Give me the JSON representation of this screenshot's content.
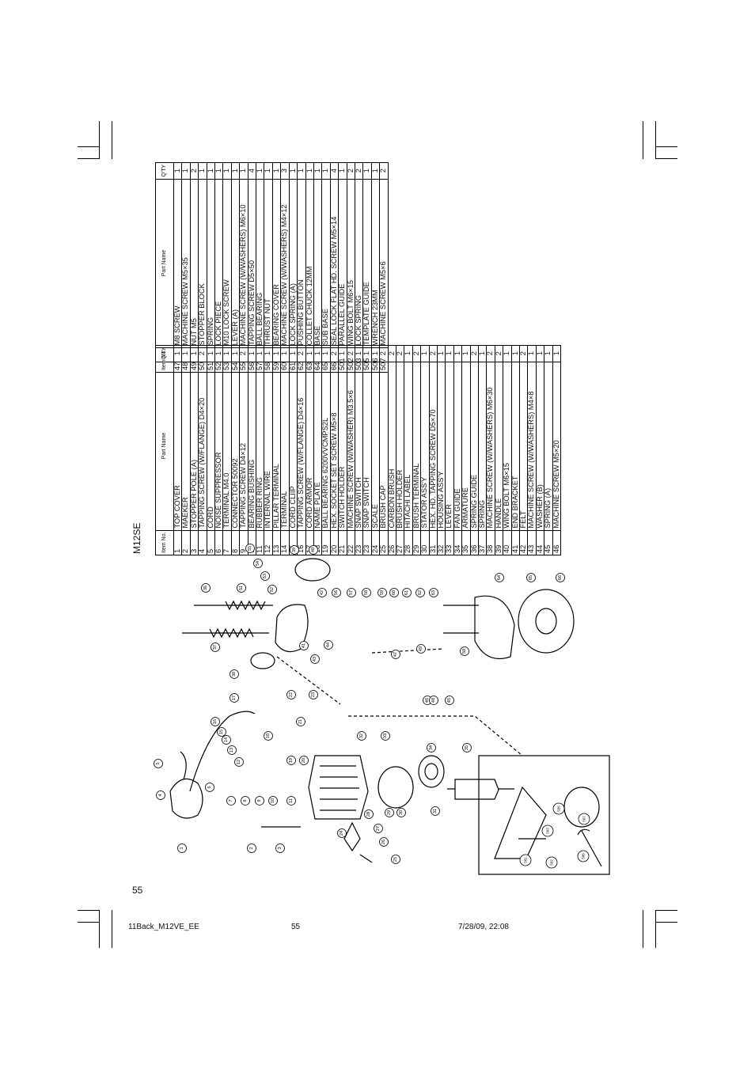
{
  "model": "M12SE",
  "page_number": "55",
  "footer": {
    "file": "11Back_M12VE_EE",
    "page": "55",
    "datetime": "7/28/09, 22:08"
  },
  "table_headers": {
    "item_no": "Item No.",
    "part_name": "Part Name",
    "qty": "Q'TY"
  },
  "parts_left": [
    {
      "no": "1",
      "name": "TOP COVER",
      "qty": "1"
    },
    {
      "no": "2",
      "name": "MAEKER",
      "qty": "1"
    },
    {
      "no": "3",
      "name": "STOPPER POLE (A)",
      "qty": "1"
    },
    {
      "no": "4",
      "name": "TAPPING SCREW (W/FLANGE) D4×20",
      "qty": "2"
    },
    {
      "no": "5",
      "name": "CORD",
      "qty": "1"
    },
    {
      "no": "6",
      "name": "NOISE SUPPRESSOR",
      "qty": "1"
    },
    {
      "no": "7",
      "name": "TERMINAL M4.0",
      "qty": "1"
    },
    {
      "no": "8",
      "name": "CONNECTOR 50092",
      "qty": "1"
    },
    {
      "no": "9",
      "name": "TAPPING SCREW D4×12",
      "qty": "2"
    },
    {
      "no": "10",
      "name": "BEARING BUSHING",
      "qty": "1"
    },
    {
      "no": "11",
      "name": "RUBBER RING",
      "qty": "1"
    },
    {
      "no": "12",
      "name": "INTERNAL WIRE",
      "qty": "1"
    },
    {
      "no": "13",
      "name": "PILLAR TERMINAL",
      "qty": "1"
    },
    {
      "no": "14",
      "name": "TERMINAL",
      "qty": "1"
    },
    {
      "no": "15",
      "name": "CORD CLIIP",
      "qty": "1"
    },
    {
      "no": "16",
      "name": "TAPPING SCREW (W/FLANGE) D4×16",
      "qty": "2"
    },
    {
      "no": "17",
      "name": "CORD ARMOR",
      "qty": "1"
    },
    {
      "no": "18",
      "name": "NAME PLATE",
      "qty": "1"
    },
    {
      "no": "19",
      "name": "BALL BEARING 6200VVCMPS2L",
      "qty": "1"
    },
    {
      "no": "20",
      "name": "HEX. SOCKET SET SCREW M5×8",
      "qty": "2"
    },
    {
      "no": "21",
      "name": "SWITCH HOLDER",
      "qty": "1"
    },
    {
      "no": "22",
      "name": "MACHINE SCREW (W/WASHER) M3.5×6",
      "qty": "2"
    },
    {
      "no": "23",
      "name": "SNAP SWITCH",
      "qty": "1"
    },
    {
      "no": "23",
      "name": "SNAP SWITCH",
      "qty": "1"
    },
    {
      "no": "24",
      "name": "SCALE",
      "qty": "1"
    },
    {
      "no": "25",
      "name": "BRUSH CAP",
      "qty": "2"
    },
    {
      "no": "26",
      "name": "CARBON BRUSH",
      "qty": "2"
    },
    {
      "no": "27",
      "name": "BRUSH HOLDER",
      "qty": "2"
    },
    {
      "no": "28",
      "name": "HITACHI LABEL",
      "qty": "1"
    },
    {
      "no": "29",
      "name": "BRUSH TERMINAL",
      "qty": "2"
    },
    {
      "no": "30",
      "name": "STATOR ASS'Y",
      "qty": "1"
    },
    {
      "no": "31",
      "name": "HEX. HD. TAPPING SCREW D5×70",
      "qty": "2"
    },
    {
      "no": "32",
      "name": "HOUSING ASS'Y",
      "qty": "1"
    },
    {
      "no": "33",
      "name": "LEVER",
      "qty": "1"
    },
    {
      "no": "34",
      "name": "FAN GUIDE",
      "qty": "1"
    },
    {
      "no": "35",
      "name": "ARMATURE",
      "qty": "1"
    },
    {
      "no": "36",
      "name": "SPRING GUIDE",
      "qty": "2"
    },
    {
      "no": "37",
      "name": "SPRING",
      "qty": "1"
    },
    {
      "no": "38",
      "name": "MACHINE SCREW (W/WASHERS) M6×30",
      "qty": "2"
    },
    {
      "no": "39",
      "name": "HANDLE",
      "qty": "2"
    },
    {
      "no": "40",
      "name": "WING BOLT M6×15",
      "qty": "1"
    },
    {
      "no": "41",
      "name": "END BRACKET",
      "qty": "1"
    },
    {
      "no": "42",
      "name": "FELT",
      "qty": "2"
    },
    {
      "no": "43",
      "name": "MACHINE SCREW (W/WASHERS) M4×8",
      "qty": "1"
    },
    {
      "no": "44",
      "name": "WASHER (B)",
      "qty": "1"
    },
    {
      "no": "45",
      "name": "SPRING (A)",
      "qty": "1"
    },
    {
      "no": "46",
      "name": "MACHINE SCREW M5×20",
      "qty": "1"
    }
  ],
  "parts_right": [
    {
      "no": "47",
      "name": "M8 SCREW",
      "qty": "1"
    },
    {
      "no": "48",
      "name": "MACHINE SCREW M5×35",
      "qty": "1"
    },
    {
      "no": "49",
      "name": "NUT M5",
      "qty": "2"
    },
    {
      "no": "50",
      "name": "STOPPER BLOCK",
      "qty": "1"
    },
    {
      "no": "51",
      "name": "SPRING",
      "qty": "1"
    },
    {
      "no": "52",
      "name": "LOCK PIECE",
      "qty": "1"
    },
    {
      "no": "53",
      "name": "M10 LOCK SCREW",
      "qty": "1"
    },
    {
      "no": "54",
      "name": "LEVER (A)",
      "qty": "1"
    },
    {
      "no": "55",
      "name": "MACHINE SCREW (W/WASHERS) M6×10",
      "qty": "1"
    },
    {
      "no": "56",
      "name": "TAPPING SCREW D5×50",
      "qty": "4"
    },
    {
      "no": "57",
      "name": "BALL BEARING",
      "qty": "1"
    },
    {
      "no": "58",
      "name": "THRUST NUT",
      "qty": "1"
    },
    {
      "no": "59",
      "name": "BEARING COVER",
      "qty": "1"
    },
    {
      "no": "60",
      "name": "MACHINE SCREW (W/WASHERS) M4×12",
      "qty": "3"
    },
    {
      "no": "61",
      "name": "LOCK SPRING (A)",
      "qty": "1"
    },
    {
      "no": "62",
      "name": "PUSHING BUTTON",
      "qty": "1"
    },
    {
      "no": "63",
      "name": "COLLET CHUCK 12MM",
      "qty": "1"
    },
    {
      "no": "64",
      "name": "BASE",
      "qty": "1"
    },
    {
      "no": "65",
      "name": "SUB BASE",
      "qty": "1"
    },
    {
      "no": "66",
      "name": "SEAL LOCK FLAT HD. SCREW M5×14",
      "qty": "4"
    },
    {
      "no": "501",
      "name": "PARALLEL GUIDE",
      "qty": "1"
    },
    {
      "no": "502",
      "name": "WING BOLT M6×15",
      "qty": "2"
    },
    {
      "no": "503",
      "name": "LOCK SPRING",
      "qty": "2"
    },
    {
      "no": "505",
      "name": "TEMPLATE GUIDE",
      "qty": "1"
    },
    {
      "no": "506",
      "name": "WRENCH 23MM",
      "qty": "1"
    },
    {
      "no": "507",
      "name": "MACHINE SCREW M5×6",
      "qty": "2"
    }
  ],
  "callouts": [
    "1",
    "2",
    "3",
    "4",
    "5",
    "6",
    "7",
    "8",
    "9",
    "10",
    "11",
    "12",
    "13",
    "14",
    "15",
    "16",
    "17",
    "18",
    "19",
    "20",
    "21",
    "22",
    "23",
    "24",
    "25",
    "26",
    "27",
    "28",
    "29",
    "30",
    "31",
    "32",
    "33",
    "34",
    "35",
    "36",
    "37",
    "38",
    "39",
    "40",
    "41",
    "42",
    "43",
    "44",
    "45",
    "46",
    "47",
    "48",
    "49",
    "50",
    "51",
    "52",
    "53",
    "54",
    "55",
    "56",
    "57",
    "58",
    "59",
    "60",
    "61",
    "62",
    "63",
    "64",
    "65",
    "66",
    "501",
    "502",
    "503",
    "505",
    "506",
    "507"
  ]
}
